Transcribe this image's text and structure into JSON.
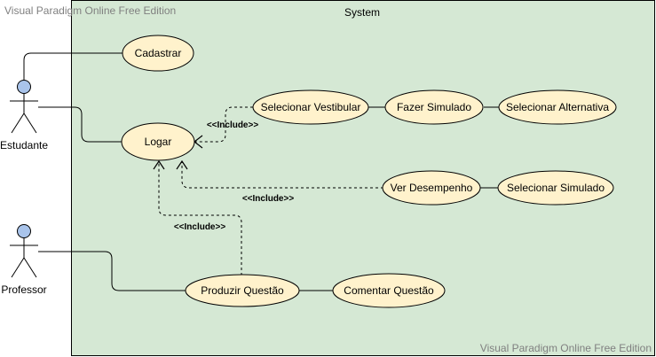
{
  "watermark_top": "Visual Paradigm Online Free Edition",
  "watermark_bottom": "Visual Paradigm Online Free Edition",
  "system": {
    "label": "System"
  },
  "actors": {
    "estudante": {
      "label": "Estudante"
    },
    "professor": {
      "label": "Professor"
    }
  },
  "use_cases": {
    "cadastrar": "Cadastrar",
    "logar": "Logar",
    "selecionar_vestibular": "Selecionar Vestibular",
    "fazer_simulado": "Fazer Simulado",
    "selecionar_alternativa": "Selecionar Alternativa",
    "ver_desempenho": "Ver Desempenho",
    "selecionar_simulado": "Selecionar Simulado",
    "produzir_questao": "Produzir Questão",
    "comentar_questao": "Comentar Questão"
  },
  "stereotypes": {
    "include_1": "<<Include>>",
    "include_2": "<<Include>>",
    "include_3": "<<Include>>"
  },
  "colors": {
    "system_fill": "#d5e8d4",
    "use_case_fill": "#fff2cc",
    "actor_head_fill": "#a9c4eb",
    "stroke": "#000000",
    "watermark": "#808080"
  }
}
